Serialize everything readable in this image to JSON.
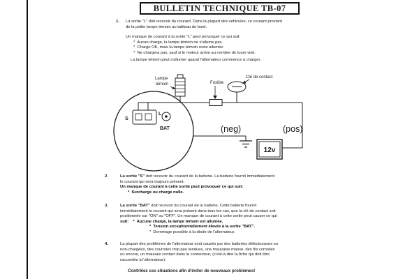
{
  "colors": {
    "ink": "#1c1c1c",
    "paper": "#ffffff"
  },
  "title": "BULLETIN TECHNIQUE TB-07",
  "items": [
    {
      "number": "1.",
      "para1": [
        "La sortie \"L\" doit recevoir du courant. Dans la plupart des véhicules, ce courant provient",
        "de la petite lampe témoin au tableau de bord."
      ],
      "para2": "Un manque de courant à la sortie \"L\" peut provoquer ce qui suit:",
      "bullets": [
        "*  Aucun charge, la lampe témoin ne s'allume pas",
        "*  Charge OK, mais la lampe témoin reste allumée",
        "*  Ne chargera pas, sauf si le moteur arrive au nombre de tours visé."
      ],
      "note": "La lampe témoin peut s'allumer quand l'alternateur commence à charger."
    },
    {
      "number": "2.",
      "lead": "La sortie \"S\"",
      "rest": " doit recevoir du courant de la batterie. La batterie fournit immédiatement",
      "lines": [
        "le courant qui sera toujours présent.",
        "Un manque de courant à cette sortie peut provoquer ce qui suit:",
        "*  Surcharge ou charge nulle."
      ]
    },
    {
      "number": "3.",
      "lead": "La sortie \"BAT\"",
      "rest": " doit recevoir du courant de la batterie. Cette batterie fournit",
      "lines": [
        "immédiatement le courant qui sera présent dans tous les cas, que la clé de contact soit",
        "positionnée sur \"ON\" ou \"OFF\". Un manque de courant à cette sortie peut causer ce qui",
        "suit:    *  Aucune charge, la lampe témoin est allumée.",
        "*  Tension exceptionnellement élevée à la sortie \"BAT\".",
        "*  Dommage possible à la diode de l'alternateur."
      ]
    },
    {
      "number": "4.",
      "lines": [
        "La plupart des problèmes de l'alternateur sont causés par des batteries défectueuses ou",
        "non-chargées, des courroies trop peu tendues, une mauvaise masse, des fils corrodés",
        "ou encore, un mauvais contact dans le connecteur, (c'est-à-dire la fiche qui doit être",
        "raccordée à l'alternateur)."
      ]
    }
  ],
  "footer": "Contrôlez ces situations afin d'éviter de nouveaux problèmes!",
  "diagram": {
    "lamp_label_1": "Lampe",
    "lamp_label_2": "témoin",
    "fuse_label": "Fusible",
    "key_label": "Clé de contact",
    "terminal_s": "S",
    "terminal_l": "L",
    "terminal_bat": "BAT",
    "neg_label": "(neg)",
    "pos_label": "(pos)",
    "battery_label": "12v"
  }
}
